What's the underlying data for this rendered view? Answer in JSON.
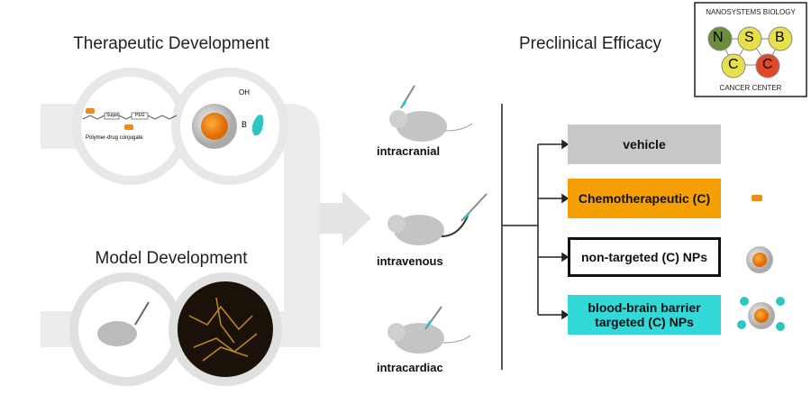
{
  "titles": {
    "therapeutic": "Therapeutic Development",
    "model": "Model Development",
    "efficacy": "Preclinical Efficacy"
  },
  "therapeutic": {
    "conjugate_caption": "Polymer-drug conjugate",
    "sugar_label": "Sugar",
    "linker_label": "PEG",
    "oh_label": "OH",
    "boron_label": "B"
  },
  "routes": [
    "intracranial",
    "intravenous",
    "intracardiac"
  ],
  "groups": [
    {
      "label": "vehicle",
      "color": "#c8c8c8"
    },
    {
      "label": "Chemotherapeutic (C)",
      "color": "#f5a000"
    },
    {
      "label": "non-targeted (C) NPs",
      "color": "#ffffff"
    },
    {
      "label": "blood-brain barrier targeted (C) NPs",
      "color": "#33d8d8"
    }
  ],
  "logo": {
    "top": "NANOSYSTEMS BIOLOGY",
    "bottom": "CANCER CENTER",
    "letters": [
      "N",
      "S",
      "B",
      "C",
      "C"
    ],
    "colors": [
      "#6b8e3a",
      "#e8e04a",
      "#e8e04a",
      "#e8e04a",
      "#e04a2a"
    ]
  },
  "colors": {
    "pipe": "#ececec",
    "drug": "#f08a1a",
    "target": "#2cc8c0"
  }
}
